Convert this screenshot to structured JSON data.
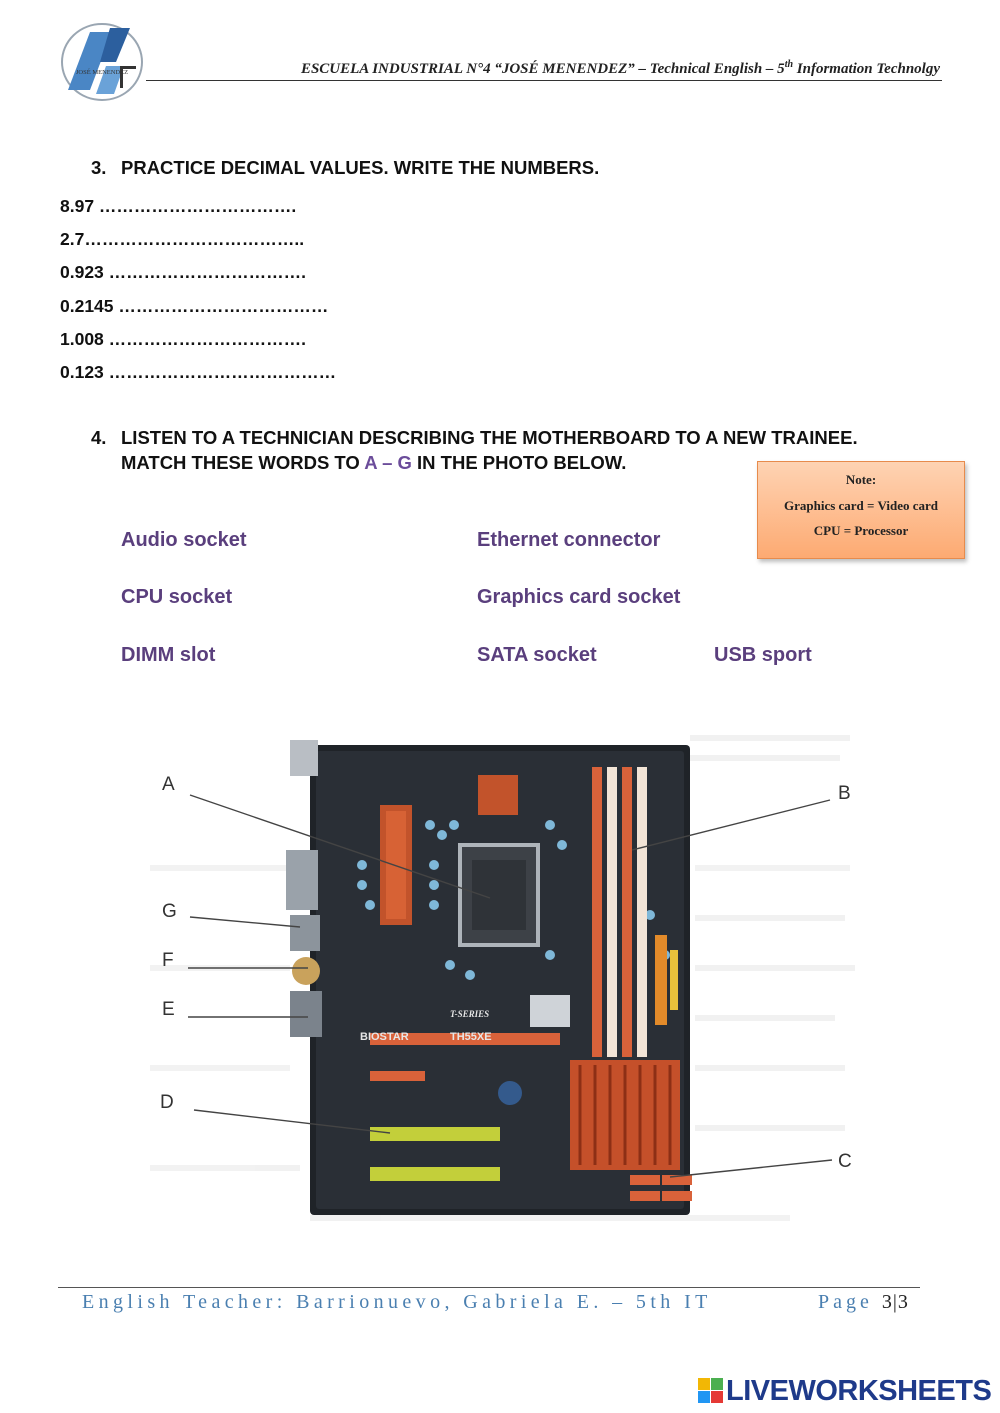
{
  "header": {
    "logo_text": "JOSÉ MENENDEZ",
    "title_pre": "ESCUELA INDUSTRIAL N°4 “JOSÉ MENENDEZ” – Technical English  – 5",
    "title_sup": "th",
    "title_post": " Information Technolgy"
  },
  "section3": {
    "number": "3.",
    "heading": "PRACTICE DECIMAL VALUES. WRITE THE NUMBERS.",
    "items": [
      "8.97 …………………………….",
      "2.7………………………………..",
      "0.923 …………………………….",
      "0.2145 ………………………………",
      "1.008 …………………………….",
      "0.123 …………………………………"
    ]
  },
  "section4": {
    "number": "4.",
    "line1": "LISTEN TO A TECHNICIAN DESCRIBING THE MOTHERBOARD TO A NEW TRAINEE.",
    "line2_pre": "MATCH THESE WORDS TO ",
    "line2_range": "A – G",
    "line2_post": " IN THE PHOTO BELOW.",
    "words": [
      "Audio socket",
      "Ethernet connector",
      "CPU socket",
      "Graphics card socket",
      "DIMM slot",
      "SATA socket",
      "USB sport"
    ]
  },
  "note": {
    "title": "Note:",
    "line1": "Graphics card = Video card",
    "line2": "CPU = Processor"
  },
  "photo": {
    "labels": [
      "A",
      "B",
      "C",
      "D",
      "E",
      "F",
      "G"
    ],
    "brand": "BIOSTAR",
    "model": "TH55XE",
    "series": "T-SERIES"
  },
  "footer": {
    "left": "English Teacher: Barrionuevo, Gabriela E. – 5th IT",
    "page_word": "Page",
    "page_num": "3|3"
  },
  "watermark": {
    "brand": "LIVEWORKSHEETS"
  },
  "colors": {
    "purple": "#5a3f7d",
    "footer_blue": "#4a7fb0",
    "note_orange": "#fdaa72"
  }
}
